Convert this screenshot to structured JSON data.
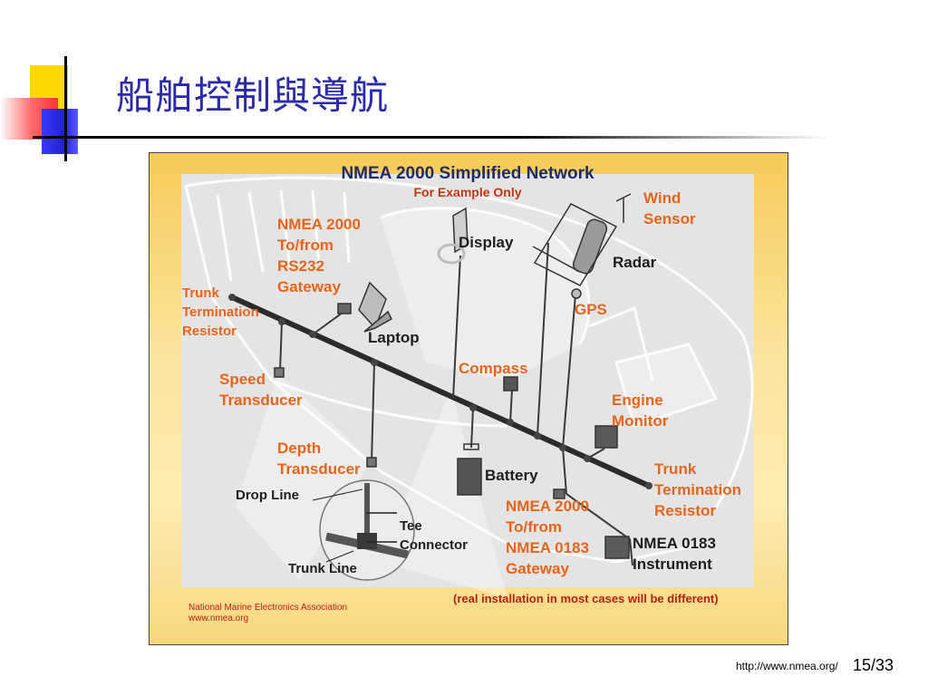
{
  "slide": {
    "title": "船舶控制與導航",
    "footer_url": "http://www.nmea.org/",
    "page_number": "15/33"
  },
  "diagram": {
    "title": "NMEA 2000 Simplified Network",
    "subtitle": "For Example Only",
    "labels": {
      "wind_sensor": "Wind\nSensor",
      "gateway_rs232": "NMEA 2000\nTo/from\nRS232\nGateway",
      "display": "Display",
      "radar": "Radar",
      "gps": "GPS",
      "trunk_termination_left": "Trunk\nTermination\nResistor",
      "laptop": "Laptop",
      "compass": "Compass",
      "speed_transducer": "Speed\nTransducer",
      "engine_monitor": "Engine\nMonitor",
      "depth_transducer": "Depth\nTransducer",
      "trunk_termination_right": "Trunk\nTermination\nResistor",
      "battery": "Battery",
      "drop_line": "Drop Line",
      "gateway_0183": "NMEA 2000\nTo/from\nNMEA 0183\nGateway",
      "tee_connector": "Tee\nConnector",
      "instrument_0183": "NMEA 0183\nInstrument",
      "trunk_line": "Trunk Line"
    },
    "note": "(real installation in most cases will be different)",
    "organization": "National Marine Electronics Association\nwww.nmea.org"
  }
}
